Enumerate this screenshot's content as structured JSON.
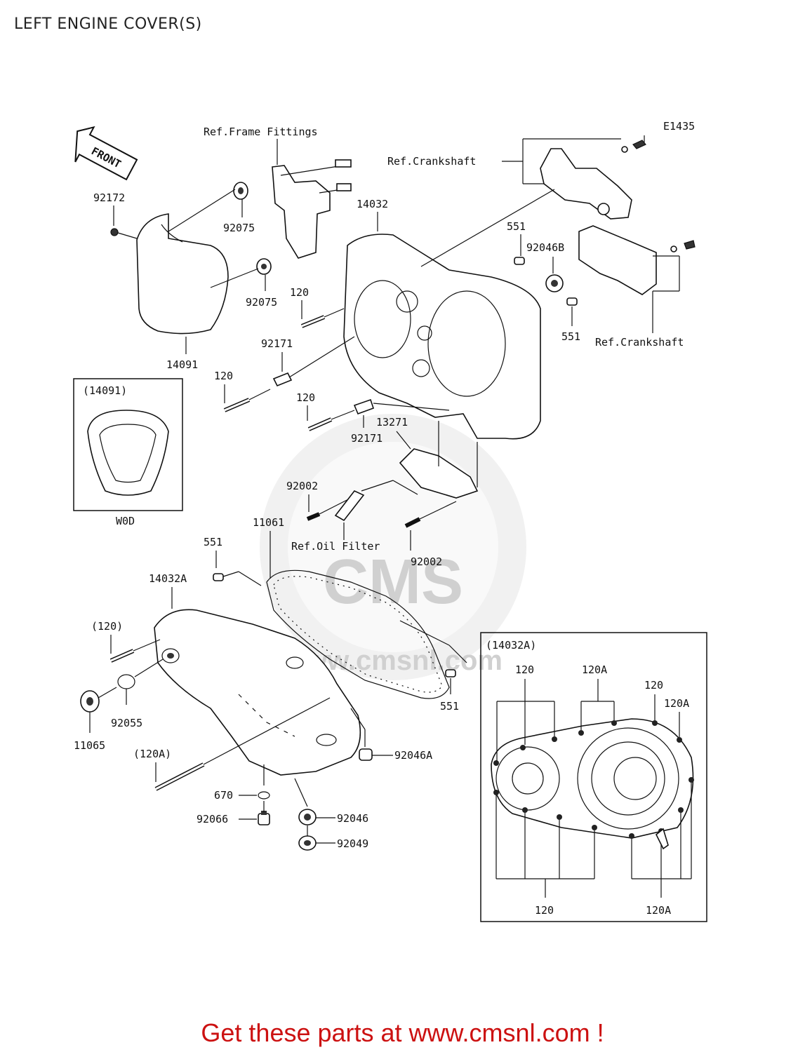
{
  "title": "LEFT ENGINE COVER(S)",
  "diagram_code": "E1435",
  "front_arrow_label": "FRONT",
  "inset_1": {
    "header": "(14091)",
    "footer": "W0D"
  },
  "inset_2": {
    "header": "(14032A)"
  },
  "references": {
    "frame_fittings": "Ref.Frame Fittings",
    "crankshaft_top": "Ref.Crankshaft",
    "crankshaft_right": "Ref.Crankshaft",
    "oil_filter": "Ref.Oil Filter"
  },
  "callouts": {
    "p92172": "92172",
    "p92075a": "92075",
    "p92075b": "92075",
    "p14091": "14091",
    "p14032": "14032",
    "p551a": "551",
    "p92046B": "92046B",
    "p551b": "551",
    "p120a": "120",
    "p92171a": "92171",
    "p120b": "120",
    "p120c": "120",
    "p92171b": "92171",
    "p13271": "13271",
    "p92002a": "92002",
    "p11061": "11061",
    "p92002b": "92002",
    "p551c": "551",
    "p14032A": "14032A",
    "p120paren": "(120)",
    "p92055": "92055",
    "p11065": "11065",
    "p120Aparen": "(120A)",
    "p551d": "551",
    "p92046A": "92046A",
    "p670": "670",
    "p92066": "92066",
    "p92046": "92046",
    "p92049": "92049",
    "inset_120_top_left": "120",
    "inset_120A_top": "120A",
    "inset_120_top_right": "120",
    "inset_120A_right": "120A",
    "inset_120_bottom": "120",
    "inset_120A_bottom": "120A"
  },
  "watermark": {
    "brand": "CMS",
    "url": "www.cmsnl.com"
  },
  "footer": "Get these parts at www.cmsnl.com !",
  "colors": {
    "footer_text": "#cc1111",
    "line": "#111111",
    "watermark": "#d8d8d8"
  }
}
